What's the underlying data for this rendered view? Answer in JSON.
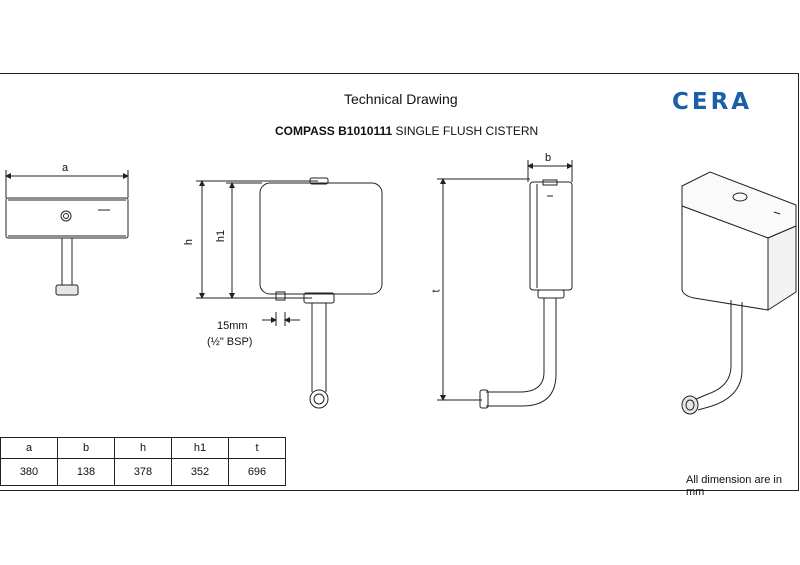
{
  "header": {
    "title": "Technical Drawing",
    "product_code": "COMPASS B1010111",
    "product_desc": "SINGLE FLUSH CISTERN",
    "brand": "CERA"
  },
  "labels": {
    "a": "a",
    "b": "b",
    "h": "h",
    "h1": "h1",
    "t": "t",
    "inlet_size": "15mm",
    "inlet_thread": "(½\" BSP)"
  },
  "table": {
    "headers": [
      "a",
      "b",
      "h",
      "h1",
      "t"
    ],
    "values": [
      "380",
      "138",
      "378",
      "352",
      "696"
    ]
  },
  "footnote": "All dimension are in mm",
  "colors": {
    "brand": "#1c5fa8",
    "line": "#222222"
  }
}
